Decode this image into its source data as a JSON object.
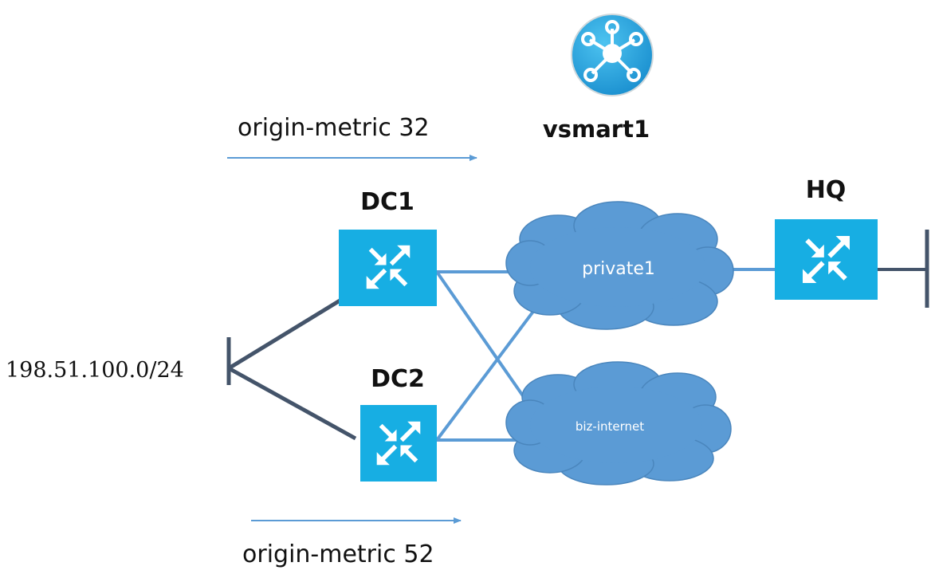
{
  "controller": {
    "label": "vsmart1",
    "icon": "hub-icon"
  },
  "sites": {
    "dc1": {
      "label": "DC1",
      "icon": "router-icon"
    },
    "dc2": {
      "label": "DC2",
      "icon": "router-icon"
    },
    "hq": {
      "label": "HQ",
      "icon": "router-icon"
    }
  },
  "transports": {
    "private1": {
      "label": "private1"
    },
    "biz_internet": {
      "label": "biz-internet"
    }
  },
  "prefix": {
    "label": "198.51.100.0/24"
  },
  "annotations": {
    "top": "origin-metric 32",
    "bottom": "origin-metric 52"
  },
  "colors": {
    "router": "#17aee3",
    "cloud": "#5b9bd5",
    "link_blue": "#5b9bd5",
    "link_dark": "#44546a",
    "arrow": "#5b9bd5",
    "hub": "#2ba6e0"
  }
}
